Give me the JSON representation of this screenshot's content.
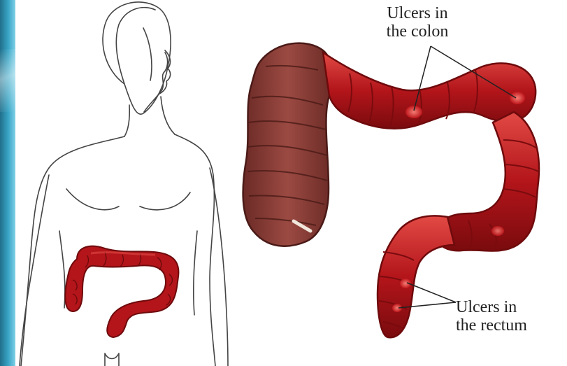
{
  "annotations": {
    "colon_ulcers": {
      "line1": "Ulcers in",
      "line2": "the colon"
    },
    "rectum_ulcers": {
      "line1": "Ulcers in",
      "line2": "the rectum"
    }
  },
  "colors": {
    "colon_fill": "#b3151a",
    "colon_dark": "#6e0a0c",
    "colon_light": "#e04a45",
    "ascending_brown": "#8a3a33",
    "outline": "#444444"
  }
}
